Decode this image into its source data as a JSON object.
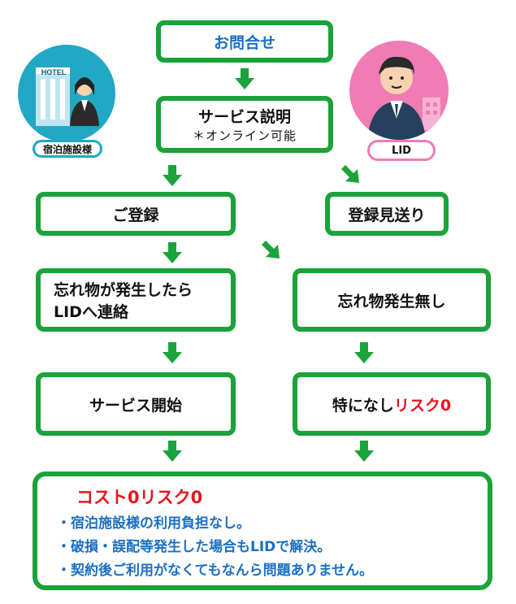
{
  "colors": {
    "green": "#1aa33a",
    "blue": "#1a6fc4",
    "red": "#e8141e",
    "teal": "#21a8c4",
    "pink": "#f07bb5"
  },
  "icons": {
    "hotel": "hotel-receptionist-icon",
    "lid": "businessman-icon"
  },
  "labels": {
    "hotel_sign": "HOTEL",
    "hotel_badge": "宿泊施設様",
    "lid_badge": "LID"
  },
  "flow": {
    "inquiry": "お問合せ",
    "explain_title": "サービス説明",
    "explain_sub": "＊オンライン可能",
    "register": "ご登録",
    "decline": "登録見送り",
    "lost_line1": "忘れ物が発生したら",
    "lost_line2": "LIDへ連絡",
    "no_lost": "忘れ物発生無し",
    "start": "サービス開始",
    "nothing": "特になし",
    "nothing_risk": "リスク0"
  },
  "summary": {
    "title": "コスト0リスク0",
    "bullets": [
      "・宿泊施設様の利用負担なし。",
      "・破損・誤配等発生した場合もLIDで解決。",
      "・契約後ご利用がなくてもなんら問題ありません。"
    ]
  }
}
